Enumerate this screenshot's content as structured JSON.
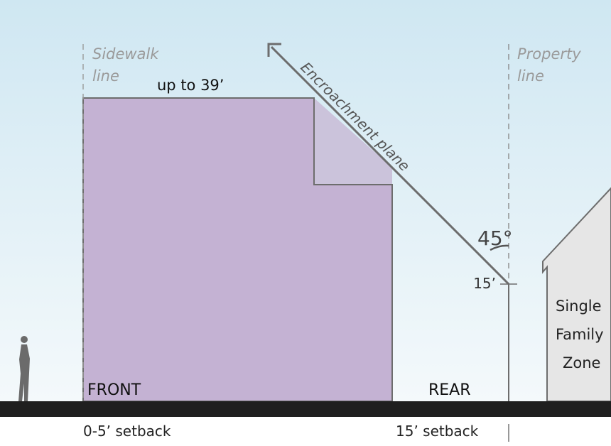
{
  "labels": {
    "sidewalk": [
      "Sidewalk",
      "line"
    ],
    "property": [
      "Property",
      "line"
    ],
    "height": "up to 39’",
    "plane": "Encroachment plane",
    "angle": "45°",
    "base_height": "15’",
    "front": "FRONT",
    "rear": "REAR",
    "front_setback": "0-5’ setback",
    "rear_setback": "15’ setback",
    "neighbor": [
      "Single",
      "Family",
      "Zone"
    ]
  },
  "colors": {
    "sky_top": "#cfe7f2",
    "sky_bottom": "#f4f9fb",
    "building": "#c4b2d3",
    "encroach_zone": "#cbc3db",
    "ground": "#1f1f1f",
    "line": "#6d6d6d",
    "label_gray": "#9a9a9a",
    "house": "#e6e6e6"
  },
  "icons": [
    "pedestrian-silhouette-icon",
    "arrow-up-left-icon"
  ]
}
